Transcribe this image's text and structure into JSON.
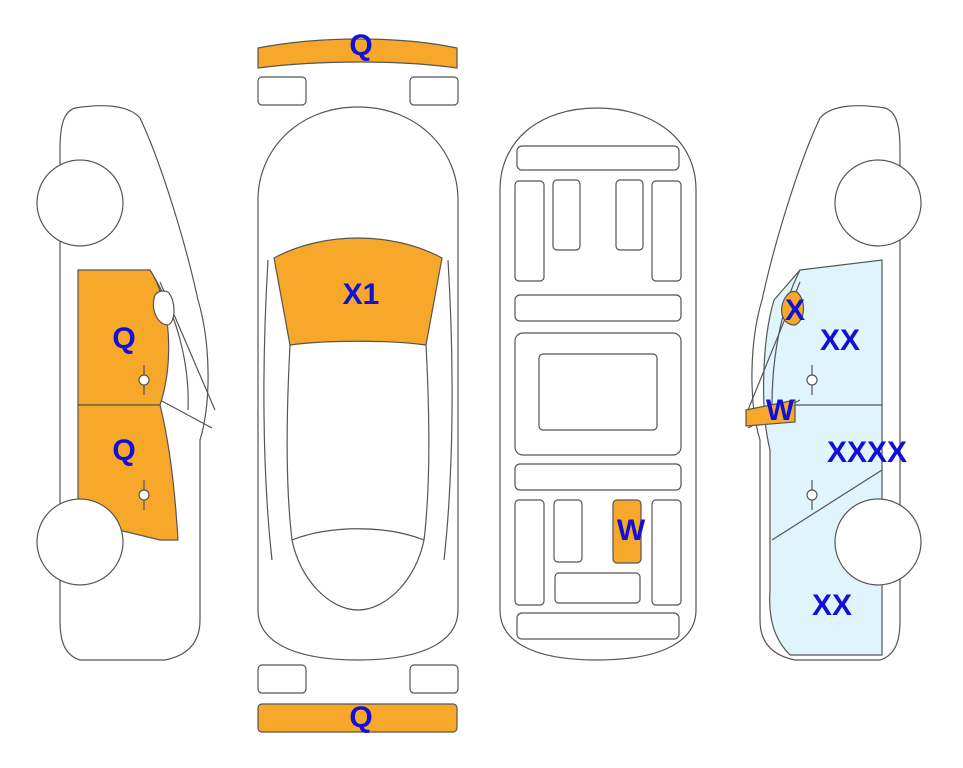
{
  "colors": {
    "orange_damage": "#F7A82B",
    "light_blue_damage": "#DFF5FB",
    "outline": "#555555",
    "label": "#1010D8"
  },
  "labels": {
    "front_bumper": "Q",
    "rear_bumper": "Q",
    "windshield": "X1",
    "left_front_door": "Q",
    "left_rear_door": "Q",
    "right_mirror": "X",
    "right_front_door": "XX",
    "right_rear_door": "XXXX",
    "right_rear_quarter": "XX",
    "right_lower_small_panel": "W",
    "interior_item": "W"
  }
}
